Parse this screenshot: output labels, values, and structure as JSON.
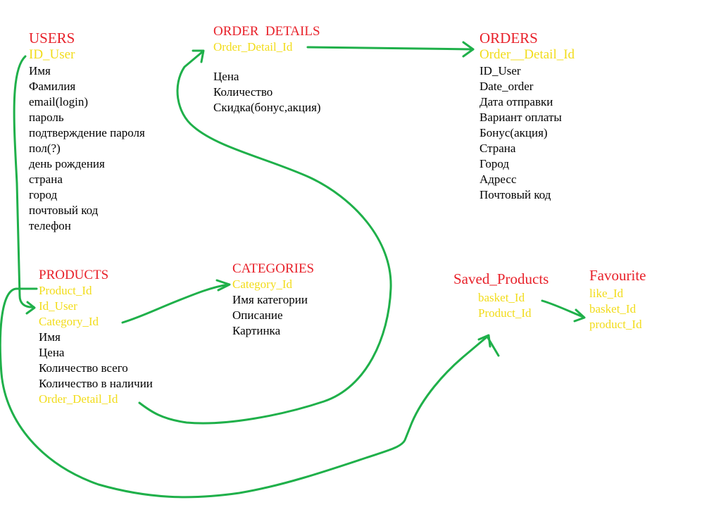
{
  "colors": {
    "title": "#e8212a",
    "key": "#f2dc1a",
    "field": "#000000",
    "link": "#1fb04a"
  },
  "users": {
    "title": "USERS",
    "key": "ID_User",
    "fields": [
      "Имя",
      "Фамилия",
      "email(login)",
      "пароль",
      "подтверждение пароля",
      "пол(?)",
      "день рождения",
      "страна",
      "город",
      "почтовый код",
      "телефон"
    ]
  },
  "order_details": {
    "title": "ORDER  DETAILS",
    "key": "Order_Detail_Id",
    "fields": [
      "Цена",
      "Количество",
      "Скидка(бонус,акция)"
    ]
  },
  "orders": {
    "title": "ORDERS",
    "key": "Order__Detail_Id",
    "fields": [
      "ID_User",
      "Date_order",
      "Дата отправки",
      "Вариант оплаты",
      "Бонус(акция)",
      "Страна",
      "Город",
      "Адресс",
      "Почтовый код"
    ]
  },
  "products": {
    "title": "PRODUCTS",
    "keys_top": [
      "Product_Id",
      "Id_User",
      "Category_Id"
    ],
    "fields": [
      "Имя",
      "Цена",
      "Количество всего",
      "Количество в наличии"
    ],
    "key_bottom": "Order_Detail_Id"
  },
  "categories": {
    "title": "CATEGORIES",
    "key": "Category_Id",
    "fields": [
      "Имя категории",
      "Описание",
      "Картинка"
    ]
  },
  "saved_products": {
    "title": "Saved_Products",
    "keys": [
      "basket_Id",
      "Product_Id"
    ]
  },
  "favourite": {
    "title": "Favourite",
    "keys": [
      "like_Id",
      "basket_Id",
      "product_Id"
    ]
  }
}
